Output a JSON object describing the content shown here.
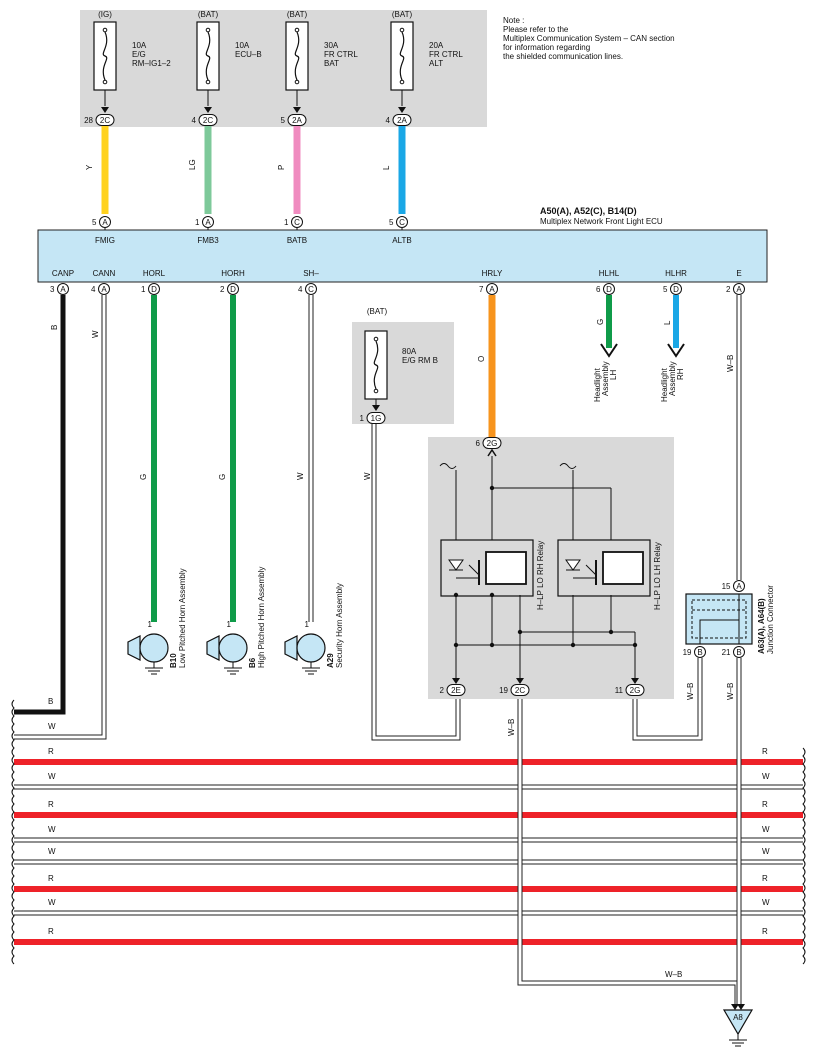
{
  "note": {
    "lines": [
      "Note :",
      "Please refer to the",
      "Multiplex Communication System – CAN section",
      "for information regarding",
      "the shielded communication lines."
    ]
  },
  "fuses": [
    {
      "supply": "(IG)",
      "amps": "10A",
      "name1": "E/G",
      "name2": "RM–IG1–2",
      "pin": "28",
      "conn": "2C",
      "wire": "Y",
      "color": "#ffd21f"
    },
    {
      "supply": "(BAT)",
      "amps": "10A",
      "name1": "ECU–B",
      "name2": "",
      "pin": "4",
      "conn": "2C",
      "wire": "LG",
      "color": "#7ec99a"
    },
    {
      "supply": "(BAT)",
      "amps": "30A",
      "name1": "FR CTRL",
      "name2": "BAT",
      "pin": "5",
      "conn": "2A",
      "wire": "P",
      "color": "#f08cc0"
    },
    {
      "supply": "(BAT)",
      "amps": "20A",
      "name1": "FR CTRL",
      "name2": "ALT",
      "pin": "4",
      "conn": "2A",
      "wire": "L",
      "color": "#1aa7e6"
    }
  ],
  "ecu": {
    "ref": "A50(A), A52(C), B14(D)",
    "name": "Multiplex Network Front Light ECU",
    "top_pins": [
      {
        "pin": "5",
        "conn": "A",
        "label": "FMIG"
      },
      {
        "pin": "1",
        "conn": "A",
        "label": "FMB3"
      },
      {
        "pin": "1",
        "conn": "C",
        "label": "BATB"
      },
      {
        "pin": "5",
        "conn": "C",
        "label": "ALTB"
      }
    ],
    "bottom_pins": [
      {
        "pin": "3",
        "conn": "A",
        "label": "CANP",
        "wire": "B"
      },
      {
        "pin": "4",
        "conn": "A",
        "label": "CANN",
        "wire": "W"
      },
      {
        "pin": "1",
        "conn": "D",
        "label": "HORL",
        "wire": "G"
      },
      {
        "pin": "2",
        "conn": "D",
        "label": "HORH",
        "wire": "G"
      },
      {
        "pin": "4",
        "conn": "C",
        "label": "SH–",
        "wire": "W"
      },
      {
        "pin": "7",
        "conn": "A",
        "label": "HRLY",
        "wire": "O"
      },
      {
        "pin": "6",
        "conn": "D",
        "label": "HLHL",
        "wire": "G"
      },
      {
        "pin": "5",
        "conn": "D",
        "label": "HLHR",
        "wire": "L"
      },
      {
        "pin": "2",
        "conn": "A",
        "label": "E",
        "wire": "W–B"
      }
    ]
  },
  "headlights": [
    {
      "l1": "Headlight",
      "l2": "Assembly",
      "l3": "LH"
    },
    {
      "l1": "Headlight",
      "l2": "Assembly",
      "l3": "RH"
    }
  ],
  "fuse80": {
    "supply": "(BAT)",
    "amps": "80A",
    "name": "E/G RM B",
    "pin": "1",
    "conn": "1G",
    "wire": "W"
  },
  "relay_box": {
    "in_pin": "6",
    "in_conn": "2G",
    "relay_rh": "H–LP LO RH Relay",
    "relay_lh": "H–LP LO LH Relay",
    "out_pins": [
      {
        "pin": "2",
        "conn": "2E"
      },
      {
        "pin": "19",
        "conn": "2C"
      },
      {
        "pin": "11",
        "conn": "2G"
      }
    ]
  },
  "horns": [
    {
      "ref": "B10",
      "name": "Low Pitched Horn Assembly",
      "pin": "1"
    },
    {
      "ref": "B6",
      "name": "High Pitched Horn Assembly",
      "pin": "1"
    },
    {
      "ref": "A29",
      "name": "Security Horn Assembly",
      "pin": "1"
    }
  ],
  "junction": {
    "ref": "A63(A), A64(B)",
    "name": "Junction Connector",
    "top_pin": "15",
    "top_conn": "A",
    "pin_l": "19",
    "conn_l": "B",
    "pin_r": "21",
    "conn_r": "B"
  },
  "ground": {
    "ref": "A8"
  },
  "wire_labels": {
    "wb": "W–B",
    "w": "W",
    "r": "R",
    "b": "B"
  }
}
